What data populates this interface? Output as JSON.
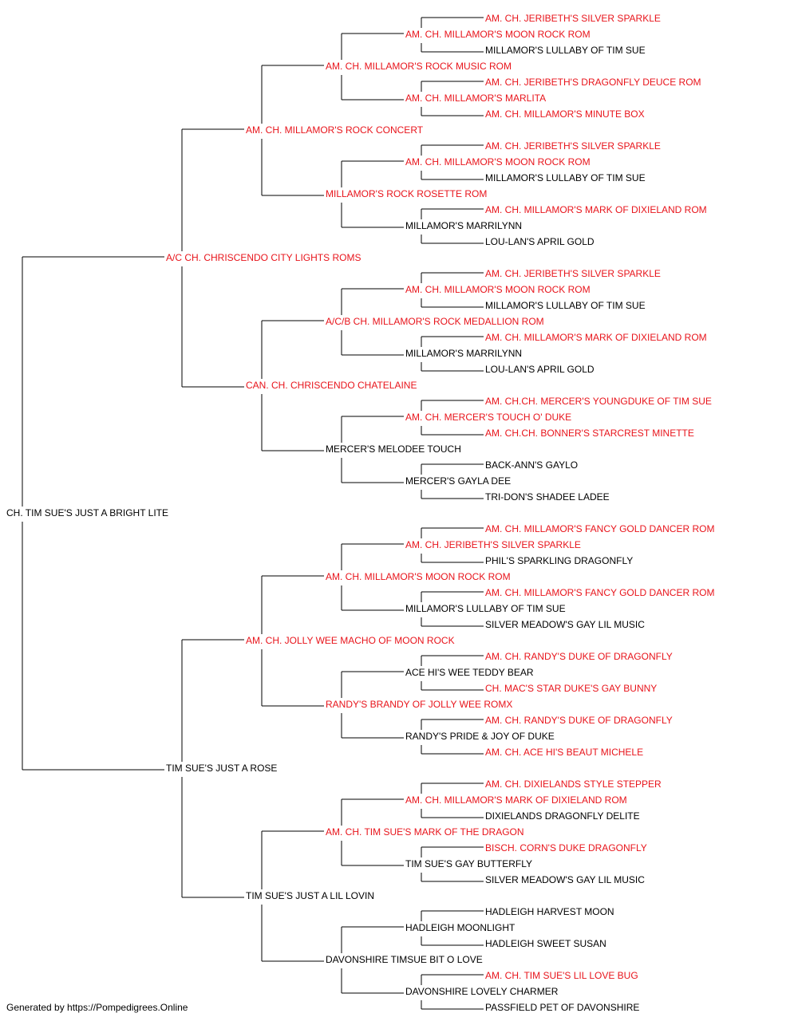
{
  "colors": {
    "champion": "#e8141b",
    "normal": "#000000",
    "line": "#000000"
  },
  "footer": "Generated by https://Pompedigrees.Online",
  "pedigree": {
    "name": "CH. TIM SUE'S JUST A BRIGHT LITE",
    "champion": false,
    "sire": {
      "name": "A/C CH. CHRISCENDO CITY LIGHTS ROMS",
      "champion": true,
      "sire": {
        "name": "AM. CH. MILLAMOR'S ROCK CONCERT",
        "champion": true,
        "sire": {
          "name": "AM. CH. MILLAMOR'S ROCK MUSIC ROM",
          "champion": true,
          "sire": {
            "name": "AM. CH. MILLAMOR'S MOON ROCK ROM",
            "champion": true,
            "sire": {
              "name": "AM. CH. JERIBETH'S SILVER SPARKLE",
              "champion": true
            },
            "dam": {
              "name": "MILLAMOR'S LULLABY OF TIM SUE",
              "champion": false
            }
          },
          "dam": {
            "name": "AM. CH. MILLAMOR'S MARLITA",
            "champion": true,
            "sire": {
              "name": "AM. CH. JERIBETH'S DRAGONFLY DEUCE ROM",
              "champion": true
            },
            "dam": {
              "name": "AM. CH. MILLAMOR'S MINUTE BOX",
              "champion": true
            }
          }
        },
        "dam": {
          "name": "MILLAMOR'S ROCK ROSETTE ROM",
          "champion": true,
          "sire": {
            "name": "AM. CH. MILLAMOR'S MOON ROCK ROM",
            "champion": true,
            "sire": {
              "name": "AM. CH. JERIBETH'S SILVER SPARKLE",
              "champion": true
            },
            "dam": {
              "name": "MILLAMOR'S LULLABY OF TIM SUE",
              "champion": false
            }
          },
          "dam": {
            "name": "MILLAMOR'S MARRILYNN",
            "champion": false,
            "sire": {
              "name": "AM. CH. MILLAMOR'S MARK OF DIXIELAND ROM",
              "champion": true
            },
            "dam": {
              "name": "LOU-LAN'S APRIL GOLD",
              "champion": false
            }
          }
        }
      },
      "dam": {
        "name": "CAN. CH. CHRISCENDO CHATELAINE",
        "champion": true,
        "sire": {
          "name": "A/C/B CH. MILLAMOR'S ROCK MEDALLION ROM",
          "champion": true,
          "sire": {
            "name": "AM. CH. MILLAMOR'S MOON ROCK ROM",
            "champion": true,
            "sire": {
              "name": "AM. CH. JERIBETH'S SILVER SPARKLE",
              "champion": true
            },
            "dam": {
              "name": "MILLAMOR'S LULLABY OF TIM SUE",
              "champion": false
            }
          },
          "dam": {
            "name": "MILLAMOR'S MARRILYNN",
            "champion": false,
            "sire": {
              "name": "AM. CH. MILLAMOR'S MARK OF DIXIELAND ROM",
              "champion": true
            },
            "dam": {
              "name": "LOU-LAN'S APRIL GOLD",
              "champion": false
            }
          }
        },
        "dam": {
          "name": "MERCER'S MELODEE TOUCH",
          "champion": false,
          "sire": {
            "name": "AM. CH. MERCER'S TOUCH O' DUKE",
            "champion": true,
            "sire": {
              "name": "AM. CH.CH. MERCER'S YOUNGDUKE OF TIM SUE",
              "champion": true
            },
            "dam": {
              "name": "AM. CH.CH. BONNER'S STARCREST MINETTE",
              "champion": true
            }
          },
          "dam": {
            "name": "MERCER'S GAYLA DEE",
            "champion": false,
            "sire": {
              "name": "BACK-ANN'S GAYLO",
              "champion": false
            },
            "dam": {
              "name": "TRI-DON'S SHADEE LADEE",
              "champion": false
            }
          }
        }
      }
    },
    "dam": {
      "name": "TIM SUE'S JUST A ROSE",
      "champion": false,
      "sire": {
        "name": "AM. CH. JOLLY WEE MACHO OF MOON ROCK",
        "champion": true,
        "sire": {
          "name": "AM. CH. MILLAMOR'S MOON ROCK ROM",
          "champion": true,
          "sire": {
            "name": "AM. CH. JERIBETH'S SILVER SPARKLE",
            "champion": true,
            "sire": {
              "name": "AM. CH. MILLAMOR'S FANCY GOLD DANCER ROM",
              "champion": true
            },
            "dam": {
              "name": "PHIL'S SPARKLING DRAGONFLY",
              "champion": false
            }
          },
          "dam": {
            "name": "MILLAMOR'S LULLABY OF TIM SUE",
            "champion": false,
            "sire": {
              "name": "AM. CH. MILLAMOR'S FANCY GOLD DANCER ROM",
              "champion": true
            },
            "dam": {
              "name": "SILVER MEADOW'S GAY LIL MUSIC",
              "champion": false
            }
          }
        },
        "dam": {
          "name": "RANDY'S BRANDY OF JOLLY WEE ROMX",
          "champion": true,
          "sire": {
            "name": "ACE HI'S WEE TEDDY BEAR",
            "champion": false,
            "sire": {
              "name": "AM. CH. RANDY'S DUKE OF DRAGONFLY",
              "champion": true
            },
            "dam": {
              "name": "CH. MAC'S STAR DUKE'S GAY BUNNY",
              "champion": true
            }
          },
          "dam": {
            "name": "RANDY'S PRIDE & JOY OF DUKE",
            "champion": false,
            "sire": {
              "name": "AM. CH. RANDY'S DUKE OF DRAGONFLY",
              "champion": true
            },
            "dam": {
              "name": "AM. CH. ACE HI'S BEAUT MICHELE",
              "champion": true
            }
          }
        }
      },
      "dam": {
        "name": "TIM SUE'S JUST A LIL LOVIN",
        "champion": false,
        "sire": {
          "name": "AM. CH. TIM SUE'S MARK OF THE DRAGON",
          "champion": true,
          "sire": {
            "name": "AM. CH. MILLAMOR'S MARK OF DIXIELAND ROM",
            "champion": true,
            "sire": {
              "name": "AM. CH. DIXIELANDS STYLE STEPPER",
              "champion": true
            },
            "dam": {
              "name": "DIXIELANDS DRAGONFLY DELITE",
              "champion": false
            }
          },
          "dam": {
            "name": "TIM SUE'S GAY BUTTERFLY",
            "champion": false,
            "sire": {
              "name": "BISCH. CORN'S DUKE DRAGONFLY",
              "champion": true
            },
            "dam": {
              "name": "SILVER MEADOW'S GAY LIL MUSIC",
              "champion": false
            }
          }
        },
        "dam": {
          "name": "DAVONSHIRE TIMSUE BIT O LOVE",
          "champion": false,
          "sire": {
            "name": "HADLEIGH MOONLIGHT",
            "champion": false,
            "sire": {
              "name": "HADLEIGH HARVEST MOON",
              "champion": false
            },
            "dam": {
              "name": "HADLEIGH SWEET SUSAN",
              "champion": false
            }
          },
          "dam": {
            "name": "DAVONSHIRE LOVELY CHARMER",
            "champion": false,
            "sire": {
              "name": "AM. CH. TIM SUE'S LIL LOVE BUG",
              "champion": true
            },
            "dam": {
              "name": "PASSFIELD PET OF DAVONSHIRE",
              "champion": false
            }
          }
        }
      }
    }
  }
}
